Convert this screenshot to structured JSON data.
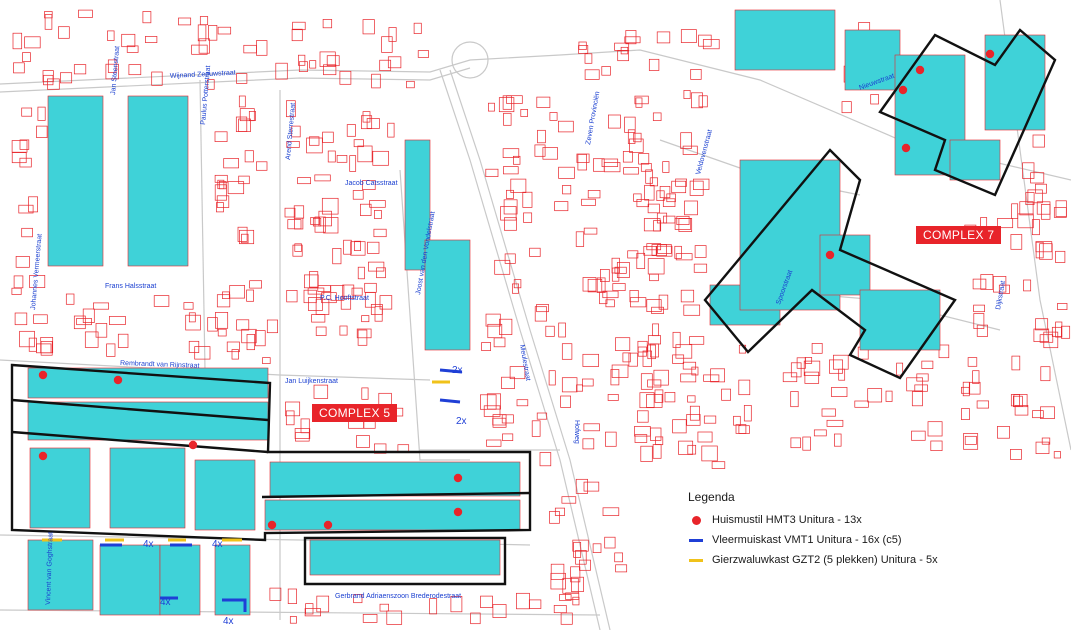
{
  "colors": {
    "building_outline": "#e8242a",
    "housing_fill": "#3fd2d8",
    "street_label": "#1a3fd0",
    "road_line": "#c9c9c9",
    "complex_border": "#111111",
    "complex_label_bg": "#e8242a",
    "huismus": "#e8242a",
    "vleermuis": "#1f3fd6",
    "gierzwaluw": "#f0c21a"
  },
  "complexes": [
    {
      "label": "COMPLEX 5",
      "id": "complex-5"
    },
    {
      "label": "COMPLEX 7",
      "id": "complex-7"
    }
  ],
  "legend": {
    "title": "Legenda",
    "items": [
      {
        "label": "Huismustil HMT3 Unitura - 13x",
        "symbol": "dot",
        "color": "#e8242a"
      },
      {
        "label": "Vleermuiskast VMT1 Unitura - 16x (c5)",
        "symbol": "line",
        "color": "#1f3fd6"
      },
      {
        "label": "Gierzwaluwkast GZT2 (5 plekken) Unitura - 5x",
        "symbol": "line",
        "color": "#f0c21a"
      }
    ]
  },
  "count_labels": [
    "2x",
    "2x",
    "4x",
    "4x",
    "4x",
    "4x"
  ],
  "street_labels": [
    "Wijnand Zeeuwstraat",
    "Johannes Vermeerstraat",
    "Jan Steenstraat",
    "Paulus Potterstraat",
    "Arend Sterrestraat",
    "Jacob Catsstraat",
    "Frans Halsstraat",
    "P.C. Hooftstraat",
    "Rembrandt van Rijnstraat",
    "Jan Luijkenstraat",
    "Joost van den Vondelstraat",
    "Vincent van Goghstraat",
    "Gerbrand Adriaenszoon Brederodestraat",
    "Zeven Provinciën",
    "Veldovenstraat",
    "Meulestraat",
    "Hofweg",
    "Spoorstraat",
    "Dijkstraat",
    "Nieuwstraat"
  ]
}
